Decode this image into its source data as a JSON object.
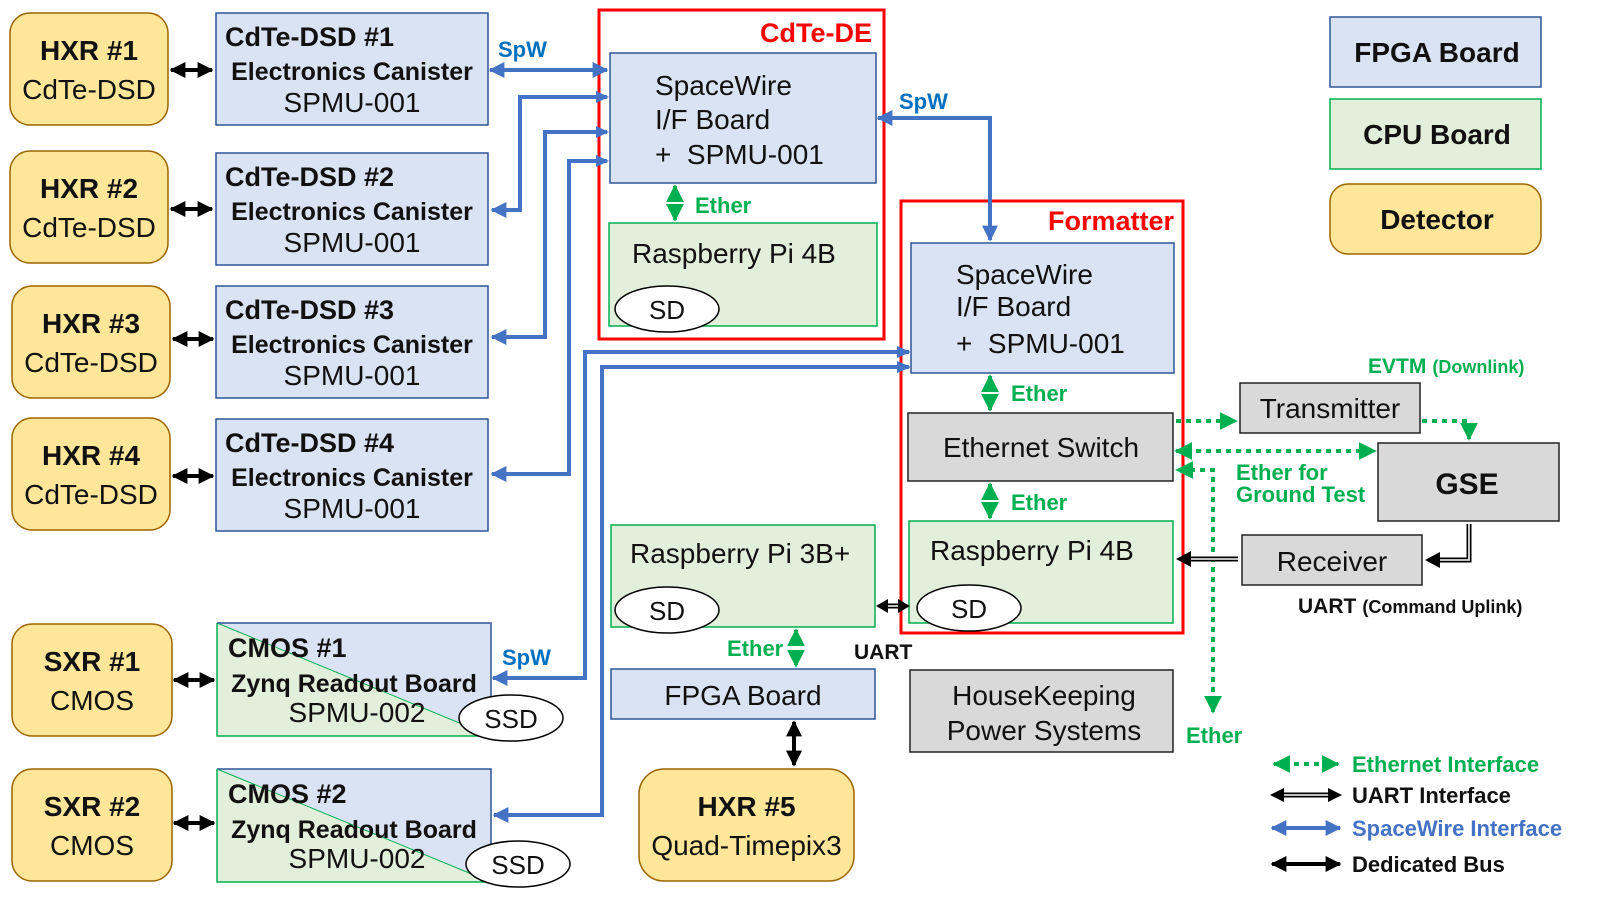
{
  "colors": {
    "fpga_fill": "#dae3f3",
    "fpga_stroke": "#2f5597",
    "cpu_fill": "#e2efda",
    "cpu_stroke": "#00b050",
    "detector_fill": "#ffe699",
    "detector_stroke": "#9c6500",
    "gray_fill": "#d9d9d9",
    "gray_stroke": "#222222",
    "group_stroke": "#ff0000",
    "spw": "#4472c4",
    "spw_label": "#0070c0",
    "ether": "#00b050",
    "black": "#000000"
  },
  "legend_boxes": [
    {
      "label": "FPGA Board",
      "kind": "fpga"
    },
    {
      "label": "CPU Board",
      "kind": "cpu"
    },
    {
      "label": "Detector",
      "kind": "detector"
    }
  ],
  "legend_lines": [
    {
      "label": "Ethernet Interface",
      "kind": "ether"
    },
    {
      "label": "UART Interface",
      "kind": "uart"
    },
    {
      "label": "SpaceWire Interface",
      "kind": "spw"
    },
    {
      "label": "Dedicated Bus",
      "kind": "bus"
    }
  ],
  "groups": [
    {
      "id": "cdte-de",
      "label": "CdTe-DE"
    },
    {
      "id": "formatter",
      "label": "Formatter"
    }
  ],
  "detectors": [
    {
      "id": "hxr1",
      "title": "HXR #1",
      "sub": "CdTe-DSD"
    },
    {
      "id": "hxr2",
      "title": "HXR #2",
      "sub": "CdTe-DSD"
    },
    {
      "id": "hxr3",
      "title": "HXR #3",
      "sub": "CdTe-DSD"
    },
    {
      "id": "hxr4",
      "title": "HXR #4",
      "sub": "CdTe-DSD"
    },
    {
      "id": "sxr1",
      "title": "SXR #1",
      "sub": "CMOS"
    },
    {
      "id": "sxr2",
      "title": "SXR #2",
      "sub": "CMOS"
    },
    {
      "id": "hxr5",
      "title": "HXR #5",
      "sub": "Quad-Timepix3"
    }
  ],
  "canisters": [
    {
      "id": "dsd1",
      "lines": [
        "CdTe-DSD #1",
        "Electronics Canister",
        "SPMU-001"
      ]
    },
    {
      "id": "dsd2",
      "lines": [
        "CdTe-DSD #2",
        "Electronics Canister",
        "SPMU-001"
      ]
    },
    {
      "id": "dsd3",
      "lines": [
        "CdTe-DSD #3",
        "Electronics Canister",
        "SPMU-001"
      ]
    },
    {
      "id": "dsd4",
      "lines": [
        "CdTe-DSD #4",
        "Electronics Canister",
        "SPMU-001"
      ]
    }
  ],
  "cmos_boards": [
    {
      "id": "cmos1",
      "lines": [
        "CMOS #1",
        "Zynq Readout Board",
        "SPMU-002"
      ],
      "storage": "SSD"
    },
    {
      "id": "cmos2",
      "lines": [
        "CMOS #2",
        "Zynq Readout Board",
        "SPMU-002"
      ],
      "storage": "SSD"
    }
  ],
  "boards": {
    "cdte_spw": [
      "SpaceWire",
      "I/F Board",
      "+  SPMU-001"
    ],
    "cdte_rpi": {
      "label": "Raspberry Pi 4B",
      "storage": "SD"
    },
    "fmt_spw": [
      "SpaceWire",
      "I/F Board",
      "+  SPMU-001"
    ],
    "switch": "Ethernet Switch",
    "fmt_rpi": {
      "label": "Raspberry Pi 4B",
      "storage": "SD"
    },
    "rpi3": {
      "label": "Raspberry Pi 3B+",
      "storage": "SD"
    },
    "fpga": "FPGA Board",
    "hk": [
      "HouseKeeping",
      "Power Systems"
    ],
    "transmitter": "Transmitter",
    "gse": "GSE",
    "receiver": "Receiver"
  },
  "labels": {
    "spw": "SpW",
    "ether": "Ether",
    "uart": "UART",
    "evtm": "EVTM",
    "evtm_note": "(Downlink)",
    "ether_ground_1": "Ether for",
    "ether_ground_2": "Ground Test",
    "uart_uplink": "UART",
    "uart_uplink_note": "(Command Uplink)"
  }
}
